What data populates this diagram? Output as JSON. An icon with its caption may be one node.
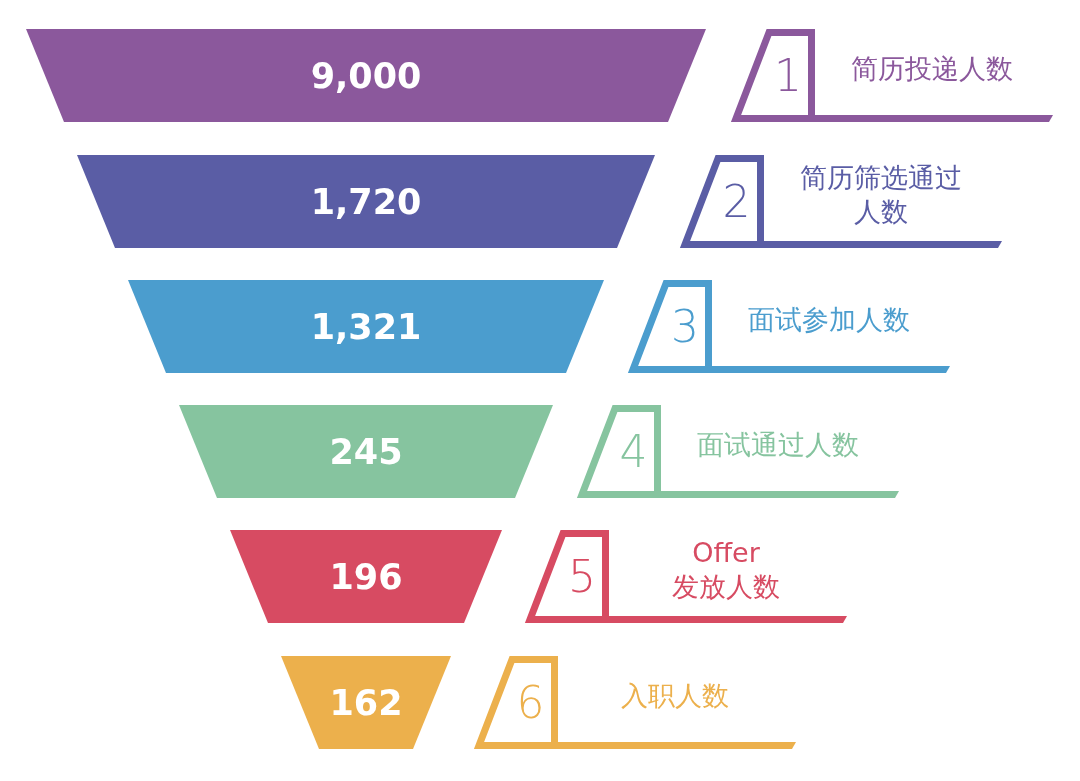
{
  "diagram": {
    "nodes": [
      {
        "text": [
          "9,000"
        ]
      },
      {
        "text": [
          "1"
        ],
        "beside": [
          "简历投递人数"
        ]
      },
      {
        "text": [
          "1,720"
        ]
      },
      {
        "text": [
          "2"
        ],
        "beside": [
          "简历筛选通过人数"
        ]
      },
      {
        "text": [
          "1,321"
        ]
      },
      {
        "text": [
          "3"
        ],
        "beside": [
          "面试参加人数"
        ]
      },
      {
        "text": [
          "245"
        ]
      },
      {
        "text": [
          "4"
        ],
        "beside": [
          "面试通过人数"
        ]
      },
      {
        "text": [
          "196"
        ]
      },
      {
        "text": [
          "5"
        ],
        "beside": [
          "Offer 发放人数"
        ]
      },
      {
        "text": [
          "162"
        ]
      },
      {
        "text": [
          "6"
        ],
        "beside": [
          "入职人数"
        ]
      }
    ]
  }
}
